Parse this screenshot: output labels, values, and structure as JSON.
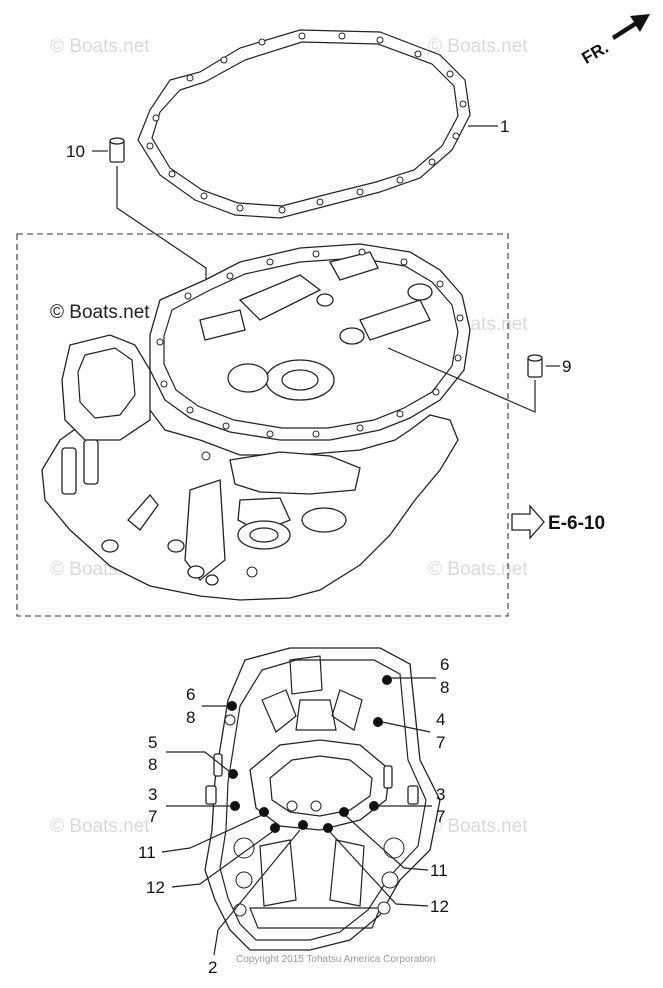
{
  "orientation": {
    "label": "FR."
  },
  "watermarks": [
    "© Boats.net",
    "© Boats.net",
    "© Boats.net",
    "© Boats.net",
    "© Boats.net",
    "© Boats.net",
    "© Boats.net"
  ],
  "copyright": "Copyright 2015 Tohatsu America Corporation",
  "reference": {
    "label": "E-6-10"
  },
  "callouts": {
    "c1": "1",
    "c10": "10",
    "c9": "9",
    "c6a": "6",
    "c8a": "8",
    "c5": "5",
    "c8b": "8",
    "c3a": "3",
    "c7a": "7",
    "c11a": "11",
    "c12a": "12",
    "c2": "2",
    "c6b": "6",
    "c8c": "8",
    "c4": "4",
    "c7b": "7",
    "c3b": "3",
    "c7c": "7",
    "c11b": "11",
    "c12b": "12"
  }
}
